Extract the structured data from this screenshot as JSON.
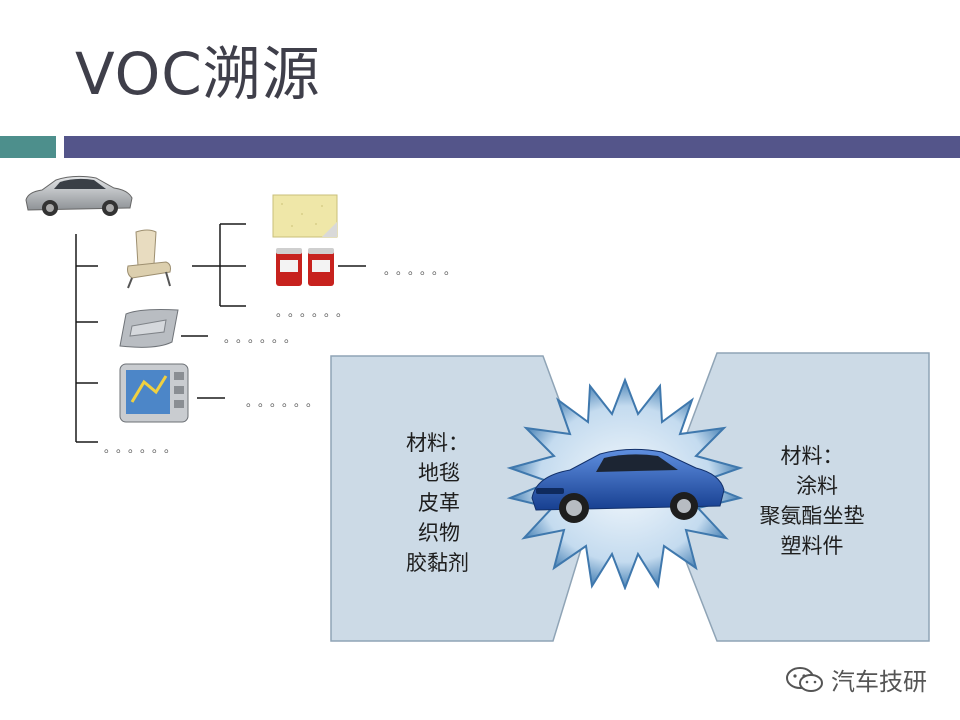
{
  "title": "VOC溯源",
  "tree": {
    "dots": {
      "paint_row": "。。。。。。",
      "seat_more": "。。。。。。",
      "door": "。。。。。。",
      "nav": "。。。。。。",
      "more": "。。。。。。"
    }
  },
  "left_panel": {
    "heading": "材料：",
    "items": [
      "地毯",
      "皮革",
      "织物",
      "胶黏剂"
    ]
  },
  "right_panel": {
    "heading": "材料：",
    "items": [
      "涂料",
      "聚氨酯坐垫",
      "塑料件"
    ]
  },
  "watermark": {
    "icon": "wechat-icon",
    "text": "汽车技研"
  },
  "colors": {
    "accent_teal": "#4d8f8c",
    "accent_navy": "#54558a",
    "panel": "#ccdae6",
    "car_blue": "#1f55b8"
  }
}
